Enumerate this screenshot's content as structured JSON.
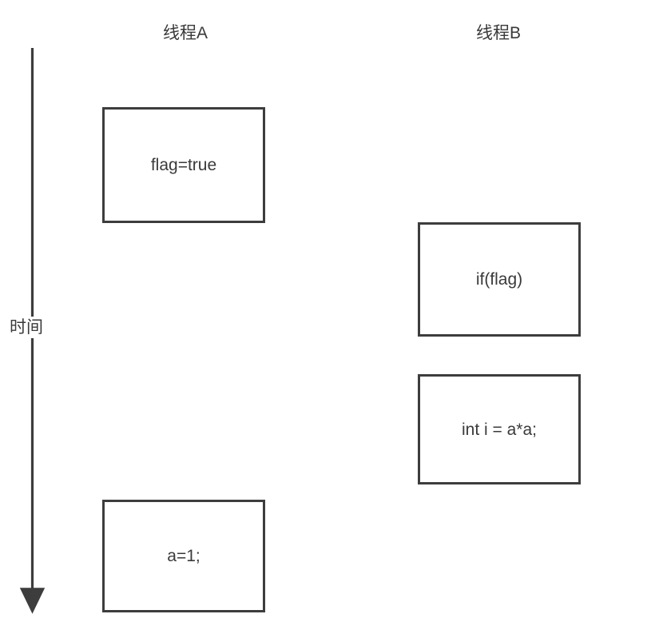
{
  "diagram": {
    "title_a": "线程A",
    "title_b": "线程B",
    "time_axis_label": "时间",
    "stroke_color": "#3d3d3d",
    "text_color": "#3a3a3a",
    "background_color": "#ffffff",
    "lanes": [
      {
        "name": "线程A",
        "steps": [
          {
            "label": "flag=true"
          },
          {
            "label": "a=1;"
          }
        ]
      },
      {
        "name": "线程B",
        "steps": [
          {
            "label": "if(flag)"
          },
          {
            "label": "int i = a*a;"
          }
        ]
      }
    ],
    "boxes": {
      "flag_true": "flag=true",
      "if_flag": "if(flag)",
      "int_i": "int i = a*a;",
      "a_assign": "a=1;"
    }
  }
}
